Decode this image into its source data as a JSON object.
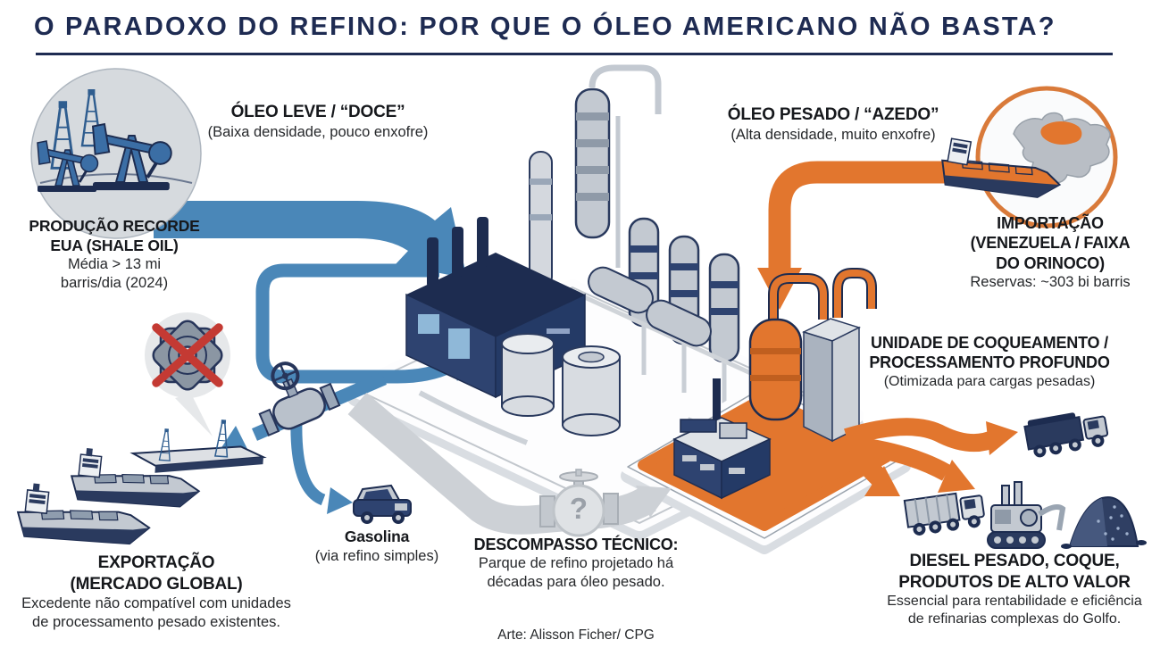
{
  "title": "O PARADOXO DO REFINO: POR QUE O ÓLEO AMERICANO NÃO BASTA?",
  "colors": {
    "navy": "#1e2b52",
    "blue": "#4a87b8",
    "orange": "#e2762e",
    "red": "#c43a33",
    "gray": "#c6ccd3"
  },
  "nodes": {
    "light_oil": {
      "title": "ÓLEO LEVE / “DOCE”",
      "subtitle": "(Baixa densidade, pouco enxofre)"
    },
    "production": {
      "title1": "PRODUÇÃO RECORDE",
      "title2": "EUA (SHALE OIL)",
      "line1": "Média > 13 mi",
      "line2": "barris/dia (2024)"
    },
    "heavy_oil": {
      "title": "ÓLEO PESADO / “AZEDO”",
      "subtitle": "(Alta densidade, muito enxofre)"
    },
    "import": {
      "title1": "IMPORTAÇÃO",
      "title2": "(VENEZUELA / FAIXA",
      "title3": "DO ORINOCO)",
      "subtitle": "Reservas: ~303 bi barris"
    },
    "coker": {
      "title1": "UNIDADE DE COQUEAMENTO /",
      "title2": "PROCESSAMENTO PROFUNDO",
      "subtitle": "(Otimizada para cargas pesadas)"
    },
    "export": {
      "title1": "EXPORTAÇÃO",
      "title2": "(MERCADO GLOBAL)",
      "line1": "Excedente não compatível com unidades",
      "line2": "de processamento pesado existentes."
    },
    "gasoline": {
      "title": "Gasolina",
      "subtitle": "(via refino simples)"
    },
    "mismatch": {
      "title": "DESCOMPASSO TÉCNICO:",
      "line1": "Parque de refino projetado há",
      "line2": "décadas para óleo pesado.",
      "question_mark": "?"
    },
    "products": {
      "title1": "DIESEL PESADO, COQUE,",
      "title2": "PRODUTOS DE ALTO VALOR",
      "line1": "Essencial para rentabilidade e eficiência",
      "line2": "de refinarias complexas do Golfo."
    }
  },
  "icons": [
    "pumpjack-icon",
    "derrick-icon",
    "refinery-icon",
    "coker-unit-icon",
    "tanker-ship-icon",
    "barge-icon",
    "venezuela-map-icon",
    "gear-crossed-icon",
    "valve-icon",
    "question-valve-icon",
    "car-icon",
    "dump-truck-icon",
    "excavator-icon",
    "coke-pile-icon"
  ],
  "credit": "Arte: Alisson Ficher/ CPG"
}
